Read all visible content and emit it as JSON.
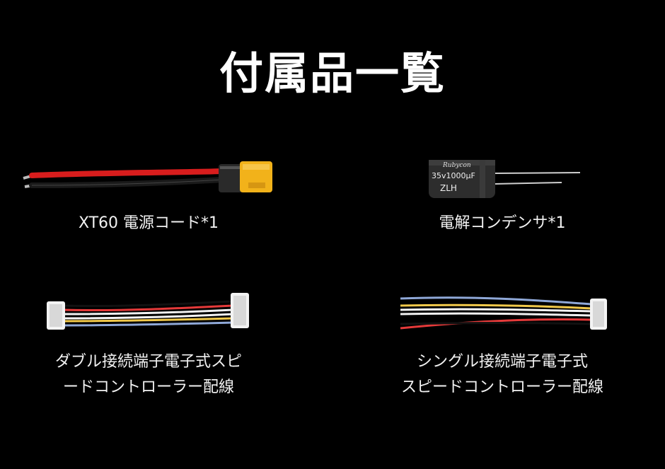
{
  "title": "付属品一覧",
  "items": [
    {
      "caption_lines": [
        "XT60 電源コード*1"
      ],
      "photo": "xt60-power-cable"
    },
    {
      "caption_lines": [
        "電解コンデンサ*1"
      ],
      "photo": "electrolytic-capacitor",
      "capacitor_print": {
        "brand": "Rubycon",
        "rating": "35v1000μF",
        "series": "ZLH"
      }
    },
    {
      "caption_lines": [
        "ダブル接続端子電子式スピ",
        "ードコントローラー配線"
      ],
      "photo": "double-terminal-esc-wire"
    },
    {
      "caption_lines": [
        "シングル接続端子電子式",
        "スピードコントローラー配線"
      ],
      "photo": "single-terminal-esc-wire"
    }
  ]
}
